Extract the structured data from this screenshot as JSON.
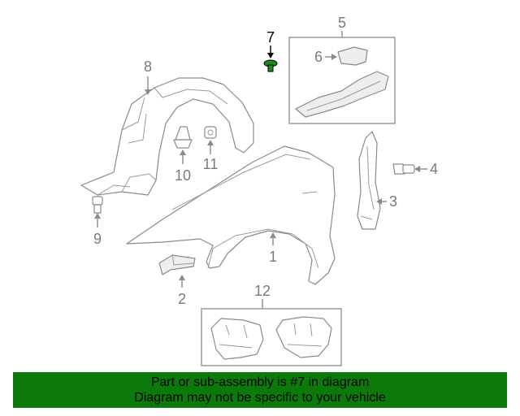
{
  "banner": {
    "line1": "Part or sub-assembly is #7 in diagram",
    "line2": "Diagram may not be specific to your vehicle"
  },
  "callouts": {
    "c1": "1",
    "c2": "2",
    "c3": "3",
    "c4": "4",
    "c5": "5",
    "c6": "6",
    "c7": "7",
    "c8": "8",
    "c9": "9",
    "c10": "10",
    "c11": "11",
    "c12": "12"
  },
  "colors": {
    "banner_bg": "#0b7a0b",
    "highlight_part": "#1f8a1f",
    "line": "#8a8a8a"
  }
}
